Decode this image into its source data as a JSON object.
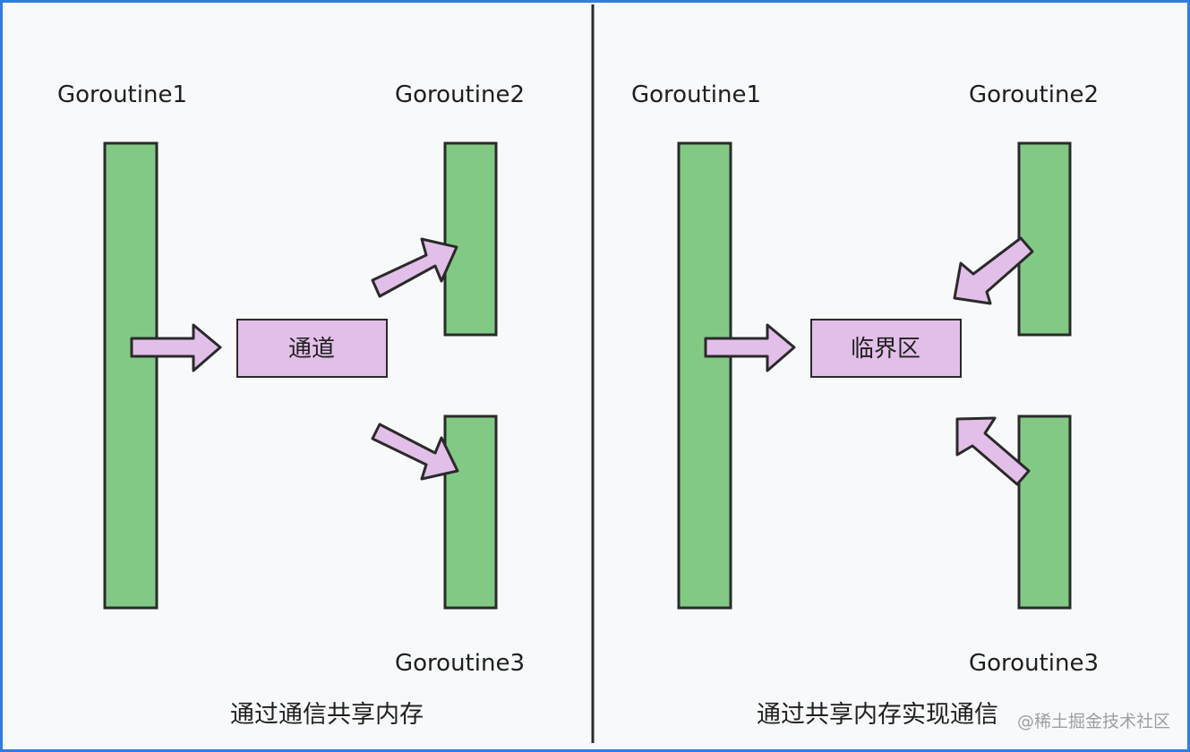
{
  "left": {
    "g1": "Goroutine1",
    "g2": "Goroutine2",
    "g3": "Goroutine3",
    "box": "通道",
    "caption": "通过通信共享内存"
  },
  "right": {
    "g1": "Goroutine1",
    "g2": "Goroutine2",
    "g3": "Goroutine3",
    "box": "临界区",
    "caption": "通过共享内存实现通信"
  },
  "watermark": "@稀土掘金技术社区",
  "colors": {
    "goroutine_bar": "#82c986",
    "arrow_fill": "#e2bfe9",
    "box_fill": "#e2bfe9",
    "outline": "#2a2a2a",
    "frame": "#2f7de1"
  }
}
